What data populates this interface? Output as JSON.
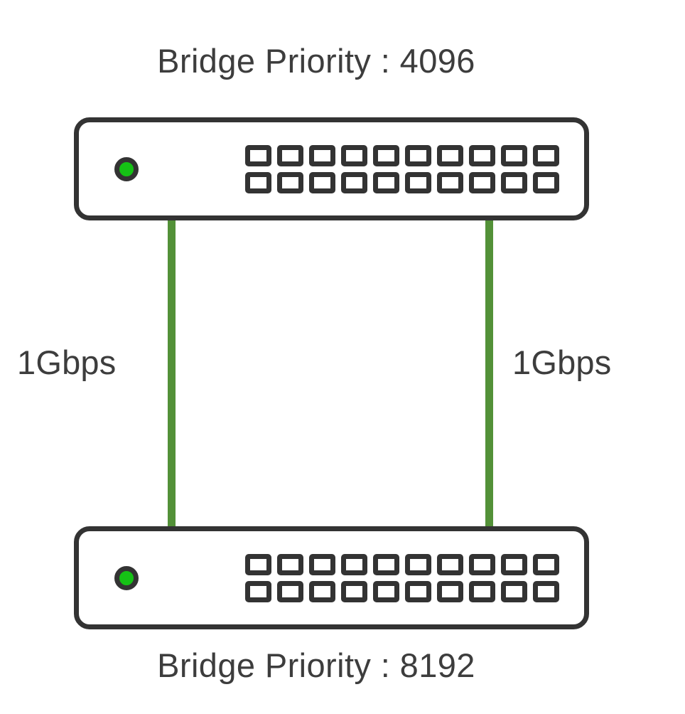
{
  "diagram": {
    "title_top": "Bridge Priority : 4096",
    "title_bottom": "Bridge Priority : 8192",
    "colors": {
      "device_outline": "#333333",
      "led_green": "#15c115",
      "link_green": "#539138",
      "text": "#3d3d3d",
      "background": "#ffffff"
    },
    "devices": [
      {
        "id": "switch-top",
        "type": "network-switch",
        "label": "Bridge Priority : 4096",
        "bridge_priority": "4096",
        "led_state": "on",
        "port_rows": 2,
        "ports_per_row": 10,
        "total_ports": "20"
      },
      {
        "id": "switch-bottom",
        "type": "network-switch",
        "label": "Bridge Priority : 8192",
        "bridge_priority": "8192",
        "led_state": "on",
        "port_rows": 2,
        "ports_per_row": 10,
        "total_ports": "20"
      }
    ],
    "links": [
      {
        "id": "link-left",
        "label": "1Gbps",
        "speed": "1Gbps",
        "from": "switch-top",
        "to": "switch-bottom",
        "color": "#539138"
      },
      {
        "id": "link-right",
        "label": "1Gbps",
        "speed": "1Gbps",
        "from": "switch-top",
        "to": "switch-bottom",
        "color": "#539138"
      }
    ]
  }
}
